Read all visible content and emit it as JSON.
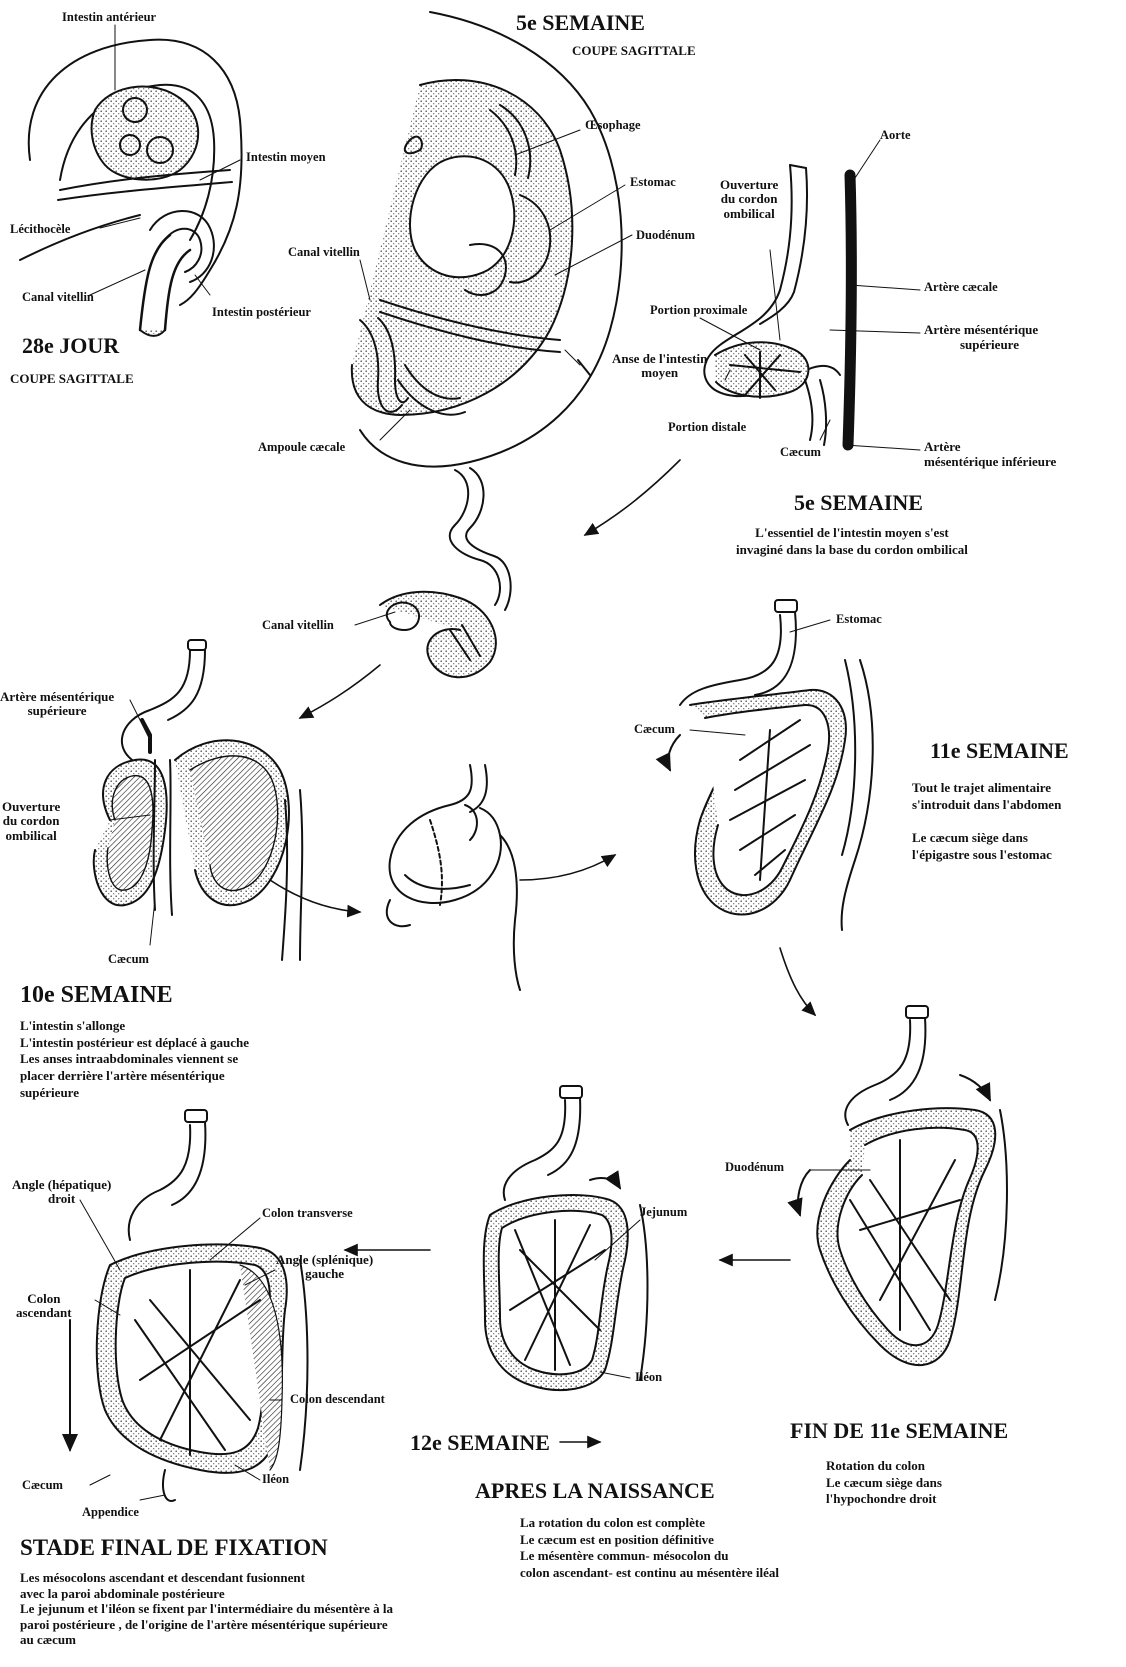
{
  "panel_28": {
    "intestin_anterieur": "Intestin antérieur",
    "intestin_moyen": "Intestin moyen",
    "lecithocele": "Lécithocèle",
    "canal_vitellin": "Canal vitellin",
    "intestin_posterieur": "Intestin postérieur",
    "title": "28e JOUR",
    "subtitle": "COUPE SAGITTALE"
  },
  "panel_5a": {
    "title": "5e SEMAINE",
    "subtitle": "COUPE SAGITTALE",
    "oesophage": "Œsophage",
    "estomac": "Estomac",
    "duodenum": "Duodénum",
    "canal_vitellin": "Canal vitellin",
    "anse": "Anse de l'intestin moyen",
    "ampoule": "Ampoule cæcale"
  },
  "panel_5b": {
    "aorte": "Aorte",
    "ouverture": [
      "Ouverture",
      "du cordon",
      "ombilical"
    ],
    "artere_caecale": "Artère cæcale",
    "artere_mes_sup": [
      "Artère mésentérique",
      "supérieure"
    ],
    "portion_proximale": "Portion proximale",
    "anse": [
      "Anse de l'intestin",
      "moyen"
    ],
    "portion_distale": "Portion distale",
    "caecum": "Cæcum",
    "artere_mes_inf": [
      "Artère",
      "mésentérique inférieure"
    ],
    "title": "5e SEMAINE",
    "desc": [
      "L'essentiel de l'intestin moyen s'est",
      "invaginé dans la base du cordon ombilical"
    ]
  },
  "panel_mid": {
    "canal_vitellin": "Canal vitellin"
  },
  "panel_10": {
    "artere_mes_sup": [
      "Artère mésentérique",
      "supérieure"
    ],
    "ouverture": [
      "Ouverture",
      "du cordon",
      "ombilical"
    ],
    "caecum": "Cæcum",
    "title": "10e SEMAINE",
    "desc": [
      "L'intestin s'allonge",
      "L'intestin postérieur est déplacé à gauche",
      "Les anses intraabdominales viennent se",
      "placer derrière l'artère mésentérique",
      "supérieure"
    ]
  },
  "panel_11": {
    "estomac": "Estomac",
    "caecum": "Cæcum",
    "title": "11e SEMAINE",
    "desc1": [
      "Tout le trajet alimentaire",
      "s'introduit dans l'abdomen"
    ],
    "desc2": [
      "Le cæcum siège dans",
      "l'épigastre sous l'estomac"
    ]
  },
  "panel_fin11": {
    "duodenum": "Duodénum",
    "title": "FIN DE 11e SEMAINE",
    "desc": [
      "Rotation du colon",
      "Le cæcum siège dans",
      "l'hypochondre droit"
    ]
  },
  "panel_12": {
    "jejunum": "Jejunum",
    "ileon": "Iléon",
    "title": "12e SEMAINE",
    "apres": "APRES LA NAISSANCE",
    "desc": [
      "La rotation du colon est complète",
      "Le cæcum est en position définitive",
      "Le mésentère commun- mésocolon du",
      "colon ascendant- est continu au mésentère iléal"
    ]
  },
  "panel_final": {
    "angle_hepatique": [
      "Angle (hépatique)",
      "droit"
    ],
    "colon_transverse": "Colon transverse",
    "angle_splenique": [
      "Angle (splénique)",
      "gauche"
    ],
    "colon_ascendant": [
      "Colon",
      "ascendant"
    ],
    "colon_descendant": "Colon descendant",
    "caecum": "Cæcum",
    "ileon": "Iléon",
    "appendice": "Appendice",
    "title": "STADE FINAL DE FIXATION",
    "desc": [
      "Les mésocolons ascendant et descendant fusionnent",
      "avec la paroi abdominale postérieure",
      "Le jejunum et l'iléon se fixent par l'intermédiaire du mésentère à la",
      "paroi postérieure , de l'origine de l'artère mésentérique supérieure",
      "au cæcum"
    ]
  }
}
